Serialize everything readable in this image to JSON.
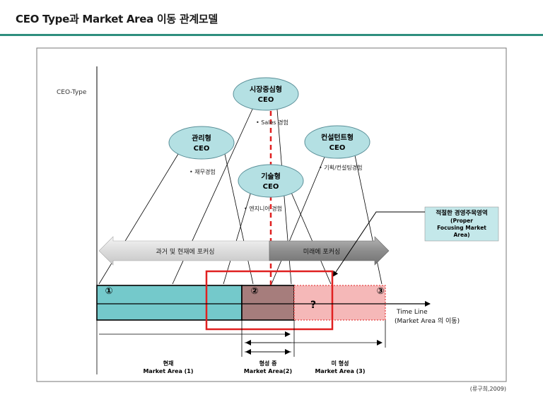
{
  "title": "CEO Type과 Market Area 이동 관계모델",
  "axis": {
    "y_label": "CEO-Type"
  },
  "ceo_types": [
    {
      "id": "market",
      "line1": "시장중심형",
      "line2": "CEO",
      "note": "• Sales 경험"
    },
    {
      "id": "manager",
      "line1": "관리형",
      "line2": "CEO",
      "note": "• 재무경험"
    },
    {
      "id": "consultant",
      "line1": "컨설턴트형",
      "line2": "CEO",
      "note": "• 기획/컨설팅경험"
    },
    {
      "id": "technical",
      "line1": "기술형",
      "line2": "CEO",
      "note": "• 엔지니어 경험"
    }
  ],
  "arrows": {
    "past": "과거 및 현재에 포커싱",
    "future": "미래에 포커싱"
  },
  "callout": {
    "korean": "적절한 경영주목영역",
    "en1": "(Proper",
    "en2": "Focusing Market",
    "en3": "Area)"
  },
  "markers": {
    "m1": "①",
    "m2": "②",
    "m3": "③",
    "question": "?"
  },
  "timeline": {
    "line1": "Time Line",
    "line2": "(Market Area 의 이동)"
  },
  "areas": [
    {
      "line1": "현재",
      "line2": "Market Area (1)"
    },
    {
      "line1": "형성 중",
      "line2": "Market Area(2)"
    },
    {
      "line1": "미 형성",
      "line2": "Market Area (3)"
    }
  ],
  "source": "(류구희,2009)",
  "colors": {
    "accent": "#2e8f7e",
    "ellipse": "#b4e0e3",
    "box1": "#74c9cb",
    "box2": "#a67d7c",
    "box3": "#f5b8b8",
    "red": "#e02020",
    "callout": "#c4e8ea"
  }
}
